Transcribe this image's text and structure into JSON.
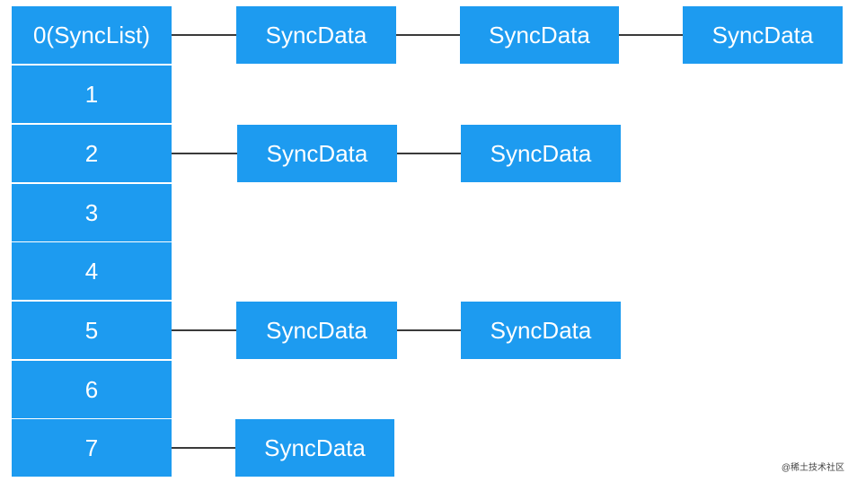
{
  "slots": [
    "0(SyncList)",
    "1",
    "2",
    "3",
    "4",
    "5",
    "6",
    "7"
  ],
  "node_label": "SyncData",
  "chains": [
    {
      "slot": 0,
      "length": 3
    },
    {
      "slot": 2,
      "length": 2
    },
    {
      "slot": 5,
      "length": 2
    },
    {
      "slot": 7,
      "length": 1
    }
  ],
  "watermark": "@稀土技术社区",
  "colors": {
    "box": "#1d9bf0",
    "text": "#ffffff",
    "connector": "#3a3a3a"
  }
}
